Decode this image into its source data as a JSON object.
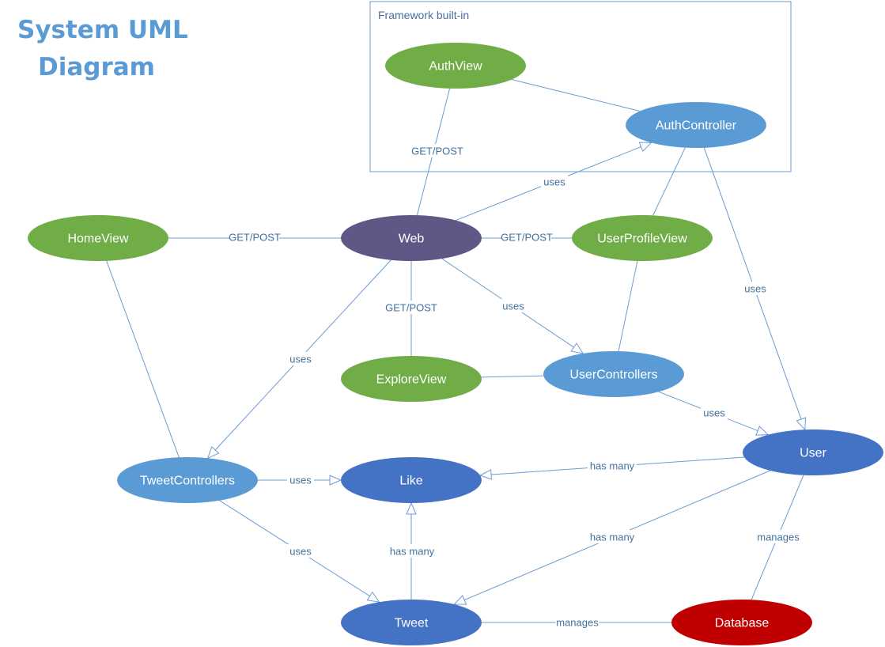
{
  "title": {
    "line1": "System UML",
    "line2": "Diagram"
  },
  "frame": {
    "label": "Framework built-in"
  },
  "colors": {
    "view": "#70ad47",
    "controller": "#5b9bd5",
    "web": "#5f5786",
    "model": "#4472c4",
    "database": "#c00000",
    "edge": "#6c9bd2",
    "title": "#5b9bd5"
  },
  "nodes": [
    {
      "id": "authview",
      "label": "AuthView",
      "kind": "view"
    },
    {
      "id": "authcontroller",
      "label": "AuthController",
      "kind": "controller"
    },
    {
      "id": "homeview",
      "label": "HomeView",
      "kind": "view"
    },
    {
      "id": "web",
      "label": "Web",
      "kind": "web"
    },
    {
      "id": "userprofileview",
      "label": "UserProfileView",
      "kind": "view"
    },
    {
      "id": "exploreview",
      "label": "ExploreView",
      "kind": "view"
    },
    {
      "id": "usercontrollers",
      "label": "UserControllers",
      "kind": "controller"
    },
    {
      "id": "user",
      "label": "User",
      "kind": "model"
    },
    {
      "id": "tweetcontrollers",
      "label": "TweetControllers",
      "kind": "controller"
    },
    {
      "id": "like",
      "label": "Like",
      "kind": "model"
    },
    {
      "id": "tweet",
      "label": "Tweet",
      "kind": "model"
    },
    {
      "id": "database",
      "label": "Database",
      "kind": "database"
    }
  ],
  "edges": [
    {
      "id": "web-authview",
      "from": "web",
      "to": "authview",
      "label": "GET/POST",
      "arrow": false
    },
    {
      "id": "authview-authcontroller",
      "from": "authview",
      "to": "authcontroller",
      "label": "",
      "arrow": false
    },
    {
      "id": "web-authcontroller",
      "from": "web",
      "to": "authcontroller",
      "label": "uses",
      "arrow": true
    },
    {
      "id": "homeview-web",
      "from": "homeview",
      "to": "web",
      "label": "GET/POST",
      "arrow": false
    },
    {
      "id": "web-userprofileview",
      "from": "web",
      "to": "userprofileview",
      "label": "GET/POST",
      "arrow": false
    },
    {
      "id": "authcontroller-userprofileview",
      "from": "authcontroller",
      "to": "userprofileview",
      "label": "",
      "arrow": false
    },
    {
      "id": "authcontroller-user",
      "from": "authcontroller",
      "to": "user",
      "label": "uses",
      "arrow": true
    },
    {
      "id": "web-exploreview",
      "from": "web",
      "to": "exploreview",
      "label": "GET/POST",
      "arrow": false
    },
    {
      "id": "web-usercontrollers",
      "from": "web",
      "to": "usercontrollers",
      "label": "uses",
      "arrow": true
    },
    {
      "id": "web-tweetcontrollers",
      "from": "web",
      "to": "tweetcontrollers",
      "label": "uses",
      "arrow": true
    },
    {
      "id": "homeview-tweetcontrollers",
      "from": "homeview",
      "to": "tweetcontrollers",
      "label": "",
      "arrow": false
    },
    {
      "id": "userprofileview-usercontrollers",
      "from": "userprofileview",
      "to": "usercontrollers",
      "label": "",
      "arrow": false
    },
    {
      "id": "exploreview-usercontrollers",
      "from": "exploreview",
      "to": "usercontrollers",
      "label": "",
      "arrow": false
    },
    {
      "id": "usercontrollers-user",
      "from": "usercontrollers",
      "to": "user",
      "label": "uses",
      "arrow": true
    },
    {
      "id": "user-like",
      "from": "user",
      "to": "like",
      "label": "has many",
      "arrow": true
    },
    {
      "id": "tweetcontrollers-like",
      "from": "tweetcontrollers",
      "to": "like",
      "label": "uses",
      "arrow": true
    },
    {
      "id": "tweetcontrollers-tweet",
      "from": "tweetcontrollers",
      "to": "tweet",
      "label": "uses",
      "arrow": true
    },
    {
      "id": "tweet-like",
      "from": "tweet",
      "to": "like",
      "label": "has many",
      "arrow": true
    },
    {
      "id": "user-tweet",
      "from": "user",
      "to": "tweet",
      "label": "has many",
      "arrow": true
    },
    {
      "id": "user-database",
      "from": "user",
      "to": "database",
      "label": "manages",
      "arrow": false
    },
    {
      "id": "tweet-database",
      "from": "tweet",
      "to": "database",
      "label": "manages",
      "arrow": false
    }
  ]
}
